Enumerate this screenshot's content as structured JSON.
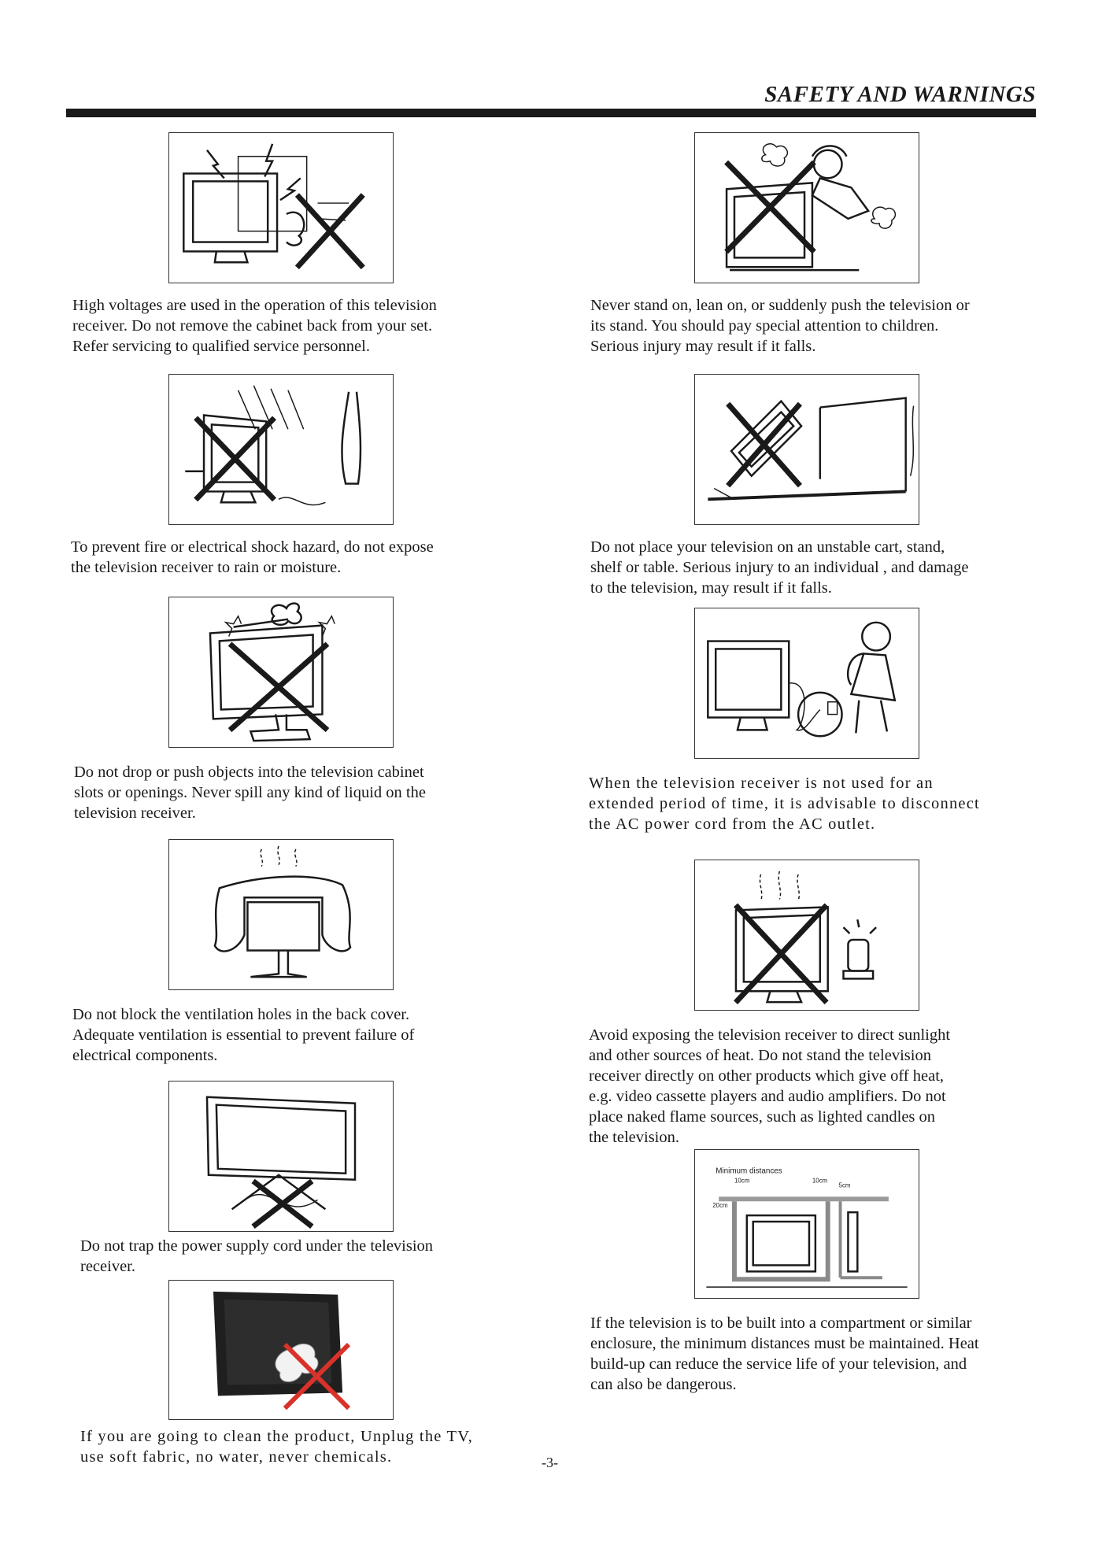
{
  "header": {
    "title": "SAFETY AND WARNINGS"
  },
  "page_number": "-3-",
  "left_items": [
    {
      "icon": "high-voltage-tv-illustration",
      "lines": [
        "High voltages are used in the operation of this television",
        "receiver. Do not remove the cabinet back from your set.",
        "Refer servicing to qualified service personnel."
      ]
    },
    {
      "icon": "rain-moisture-tv-illustration",
      "lines": [
        "To prevent fire or electrical shock hazard, do not expose",
        "the television receiver to rain or moisture."
      ]
    },
    {
      "icon": "objects-on-tv-illustration",
      "lines": [
        "Do not drop or push objects into the television cabinet",
        "slots or openings. Never spill any kind of liquid on the",
        "television receiver."
      ]
    },
    {
      "icon": "covered-tv-ventilation-illustration",
      "lines": [
        "Do not block the ventilation holes in the back cover.",
        "Adequate ventilation is essential to prevent failure of",
        "electrical components."
      ]
    },
    {
      "icon": "trapped-power-cord-illustration",
      "lines": [
        "Do not trap the power supply cord under the television",
        "receiver."
      ]
    },
    {
      "icon": "cleaning-tv-illustration",
      "lines": [
        "If you are going to clean the product, Unplug the TV,",
        "use soft fabric, no water, never chemicals."
      ]
    }
  ],
  "right_items": [
    {
      "icon": "child-leaning-on-tv-illustration",
      "lines": [
        "Never stand on, lean on, or suddenly push the television or",
        "its stand. You should pay special attention to children.",
        "Serious  injury may result if it  falls."
      ]
    },
    {
      "icon": "unstable-stand-illustration",
      "lines": [
        "Do not place your television on an unstable cart, stand,",
        "shelf or table. Serious injury to an individual , and damage",
        "to the television, may result if it falls."
      ]
    },
    {
      "icon": "unplug-power-cord-illustration",
      "lines": [
        "When the television receiver is not used for an",
        "extended period of  time, it is advisable to disconnect",
        "the AC power cord from the AC outlet."
      ]
    },
    {
      "icon": "heat-source-illustration",
      "lines": [
        "Avoid exposing the television receiver to direct sunlight",
        "and  other sources of heat. Do not stand the television",
        "receiver  directly on other products which give off heat,",
        "e.g. video cassette players and audio amplifiers. Do not",
        "place naked  flame sources, such as lighted candles on",
        "the television."
      ]
    },
    {
      "icon": "minimum-distances-diagram",
      "diagram": {
        "title": "Minimum distances",
        "labels": [
          "10cm",
          "10cm",
          "5cm",
          "20cm"
        ]
      },
      "lines": [
        "If the television is to be built into a compartment or similar",
        "enclosure, the minimum distances must be maintained. Heat",
        "build-up can reduce the service life of your television, and",
        "can also be dangerous."
      ]
    }
  ]
}
